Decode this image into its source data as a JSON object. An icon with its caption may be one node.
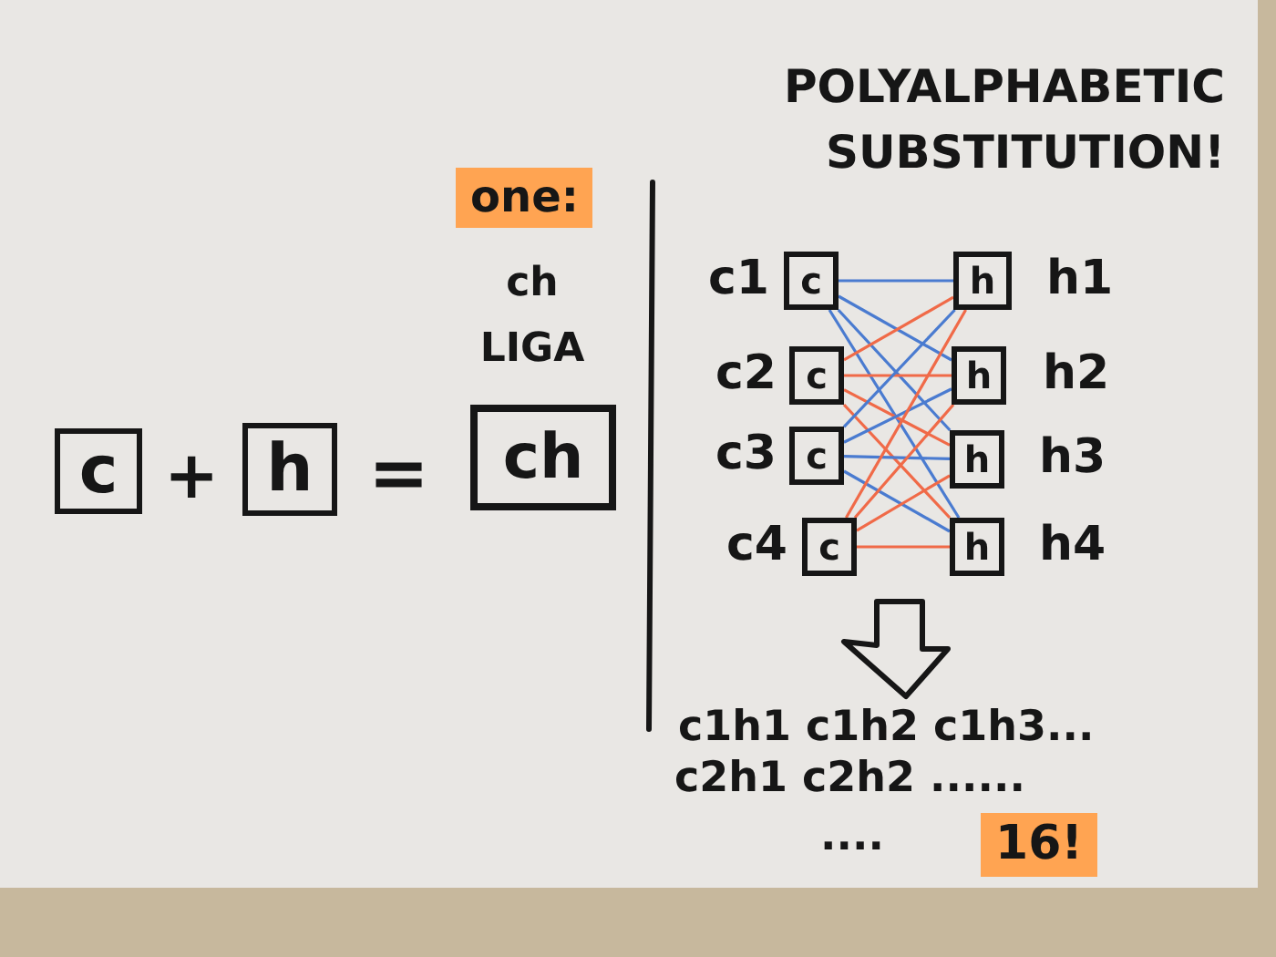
{
  "diagram": {
    "title": "POLYALPHABETIC SUBSTITUTION!",
    "nodes": [
      {
        "text": [
          "c"
        ]
      },
      {
        "text": [
          "h"
        ]
      },
      {
        "text": [
          "ch"
        ],
        "beside": [
          "ch LIGA"
        ]
      },
      {
        "text": [
          "c"
        ],
        "beside": [
          "c1"
        ]
      },
      {
        "text": [
          "h"
        ],
        "beside": [
          "h1"
        ]
      },
      {
        "text": [
          "c"
        ],
        "beside": [
          "c2"
        ]
      },
      {
        "text": [
          "h"
        ],
        "beside": [
          "h2"
        ]
      },
      {
        "text": [
          "c"
        ],
        "beside": [
          "c3"
        ]
      },
      {
        "text": [
          "h"
        ],
        "beside": [
          "h3"
        ]
      },
      {
        "text": [
          "c"
        ],
        "beside": [
          "c4"
        ]
      },
      {
        "text": [
          "h"
        ],
        "beside": [
          "h4"
        ]
      }
    ],
    "edges": [
      {
        "from": 3,
        "to": 4,
        "arrow": "none",
        "color": "#4a7bd0"
      },
      {
        "from": 3,
        "to": 6,
        "arrow": "none",
        "color": "#4a7bd0"
      },
      {
        "from": 3,
        "to": 8,
        "arrow": "none",
        "color": "#4a7bd0"
      },
      {
        "from": 3,
        "to": 10,
        "arrow": "none",
        "color": "#4a7bd0"
      },
      {
        "from": 5,
        "to": 4,
        "arrow": "none",
        "color": "#f06a48"
      },
      {
        "from": 5,
        "to": 6,
        "arrow": "none",
        "color": "#f06a48"
      },
      {
        "from": 5,
        "to": 8,
        "arrow": "none",
        "color": "#f06a48"
      },
      {
        "from": 5,
        "to": 10,
        "arrow": "none",
        "color": "#f06a48"
      },
      {
        "from": 7,
        "to": 4,
        "arrow": "none",
        "color": "#4a7bd0"
      },
      {
        "from": 7,
        "to": 6,
        "arrow": "none",
        "color": "#4a7bd0"
      },
      {
        "from": 7,
        "to": 8,
        "arrow": "none",
        "color": "#4a7bd0"
      },
      {
        "from": 7,
        "to": 10,
        "arrow": "none",
        "color": "#4a7bd0"
      },
      {
        "from": 9,
        "to": 4,
        "arrow": "none",
        "color": "#f06a48"
      },
      {
        "from": 9,
        "to": 6,
        "arrow": "none",
        "color": "#f06a48"
      },
      {
        "from": 9,
        "to": 8,
        "arrow": "none",
        "color": "#f06a48"
      },
      {
        "from": 9,
        "to": 10,
        "arrow": "none",
        "color": "#f06a48"
      }
    ],
    "labels": [
      "one:",
      "+",
      "=",
      "c1h1 c1h2 c1h3...",
      "c2h1 c2h2 ......",
      "....",
      "16!"
    ]
  }
}
